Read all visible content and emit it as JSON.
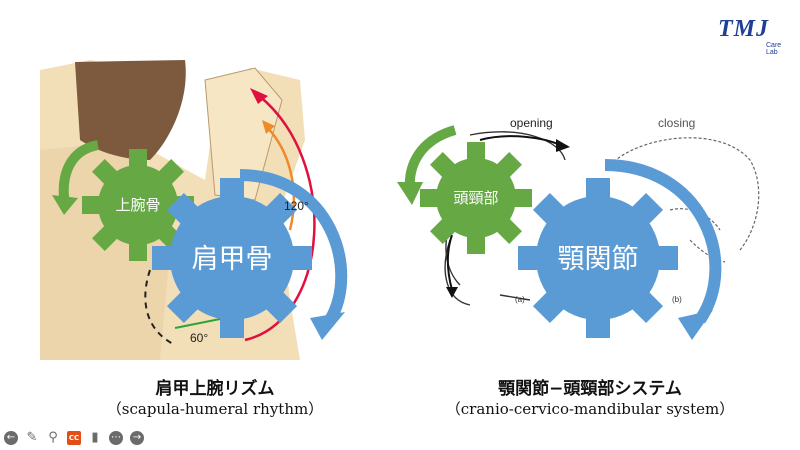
{
  "logo": {
    "mark": "TMJ",
    "subtitle": "Care Lab"
  },
  "left_panel": {
    "gear_small_label": "上腕骨",
    "gear_large_label": "肩甲骨",
    "angle_top": "120°",
    "angle_bottom": "60°",
    "caption_jp": "肩甲上腕リズム",
    "caption_en": "（scapula-humeral rhythm）"
  },
  "right_panel": {
    "gear_small_label": "頭頸部",
    "gear_large_label": "顎関節",
    "label_opening": "opening",
    "label_closing": "closing",
    "label_a": "(a)",
    "label_b": "(b)",
    "caption_jp": "顎関節−頭頸部システム",
    "caption_en": "（cranio-cervico-mandibular system）"
  },
  "colors": {
    "gear_green": "#65a844",
    "gear_blue": "#5b9bd5",
    "arrow_red": "#e0103f",
    "arrow_orange": "#ee8a2a",
    "skin": "#f2dfb8",
    "hair": "#7d5a3e"
  },
  "controls": [
    "back-icon",
    "pen-icon",
    "zoom-icon",
    "cc-icon",
    "video-icon",
    "more-icon",
    "forward-icon"
  ]
}
